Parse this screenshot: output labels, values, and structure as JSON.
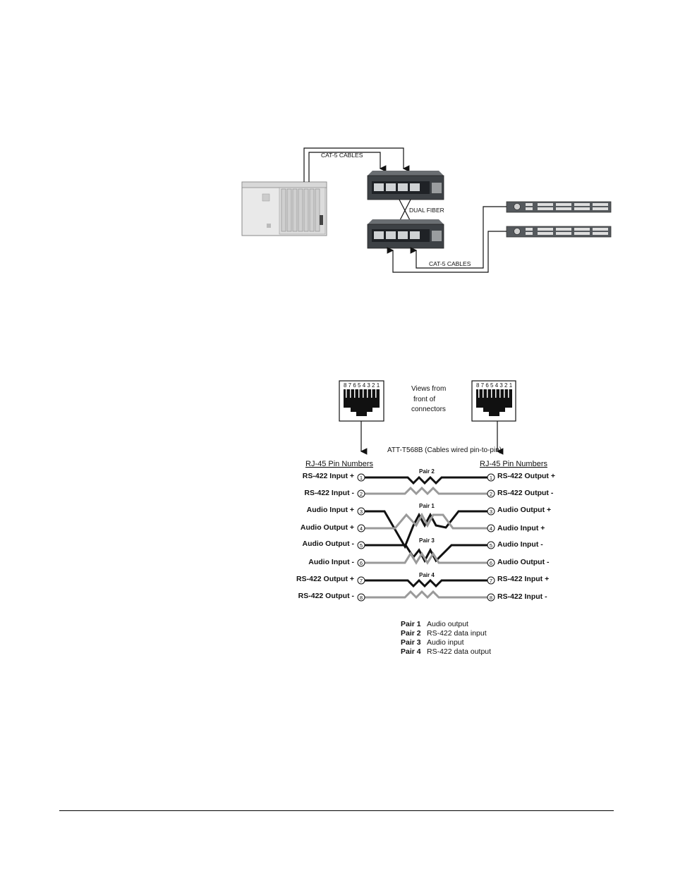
{
  "top_diagram": {
    "cable_label_top": "CAT-5 CABLES",
    "cable_label_bottom": "CAT-5 CABLES",
    "fiber_label": "DUAL FIBER"
  },
  "wiring_diagram": {
    "connector_pin_numbers_left": "8 7 6 5 4 3 2 1",
    "connector_pin_numbers_right": "8 7 6 5 4 3 2 1",
    "view_note": [
      "Views from",
      "front of",
      "connectors"
    ],
    "standard_label": "ATT-T568B (Cables wired pin-to-pin)",
    "left_header": "RJ-45 Pin Numbers",
    "right_header": "RJ-45 Pin Numbers",
    "left_pins": [
      {
        "num": "1",
        "label": "RS-422 Input +"
      },
      {
        "num": "2",
        "label": "RS-422 Input -"
      },
      {
        "num": "3",
        "label": "Audio Input +"
      },
      {
        "num": "4",
        "label": "Audio Output +"
      },
      {
        "num": "5",
        "label": "Audio Output -"
      },
      {
        "num": "6",
        "label": "Audio Input -"
      },
      {
        "num": "7",
        "label": "RS-422 Output +"
      },
      {
        "num": "8",
        "label": "RS-422 Output -"
      }
    ],
    "right_pins": [
      {
        "num": "1",
        "label": "RS-422 Output +"
      },
      {
        "num": "2",
        "label": "RS-422 Output -"
      },
      {
        "num": "3",
        "label": "Audio Output +"
      },
      {
        "num": "4",
        "label": "Audio Input +"
      },
      {
        "num": "5",
        "label": "Audio Input -"
      },
      {
        "num": "6",
        "label": "Audio Output -"
      },
      {
        "num": "7",
        "label": "RS-422 Input +"
      },
      {
        "num": "8",
        "label": "RS-422 Input -"
      }
    ],
    "pair_tags": [
      "Pair 2",
      "Pair 1",
      "Pair 3",
      "Pair 4"
    ],
    "legend": [
      {
        "pair": "Pair 1",
        "desc": "Audio output"
      },
      {
        "pair": "Pair 2",
        "desc": "RS-422 data input"
      },
      {
        "pair": "Pair 3",
        "desc": "Audio input"
      },
      {
        "pair": "Pair 4",
        "desc": "RS-422 data output"
      }
    ]
  }
}
